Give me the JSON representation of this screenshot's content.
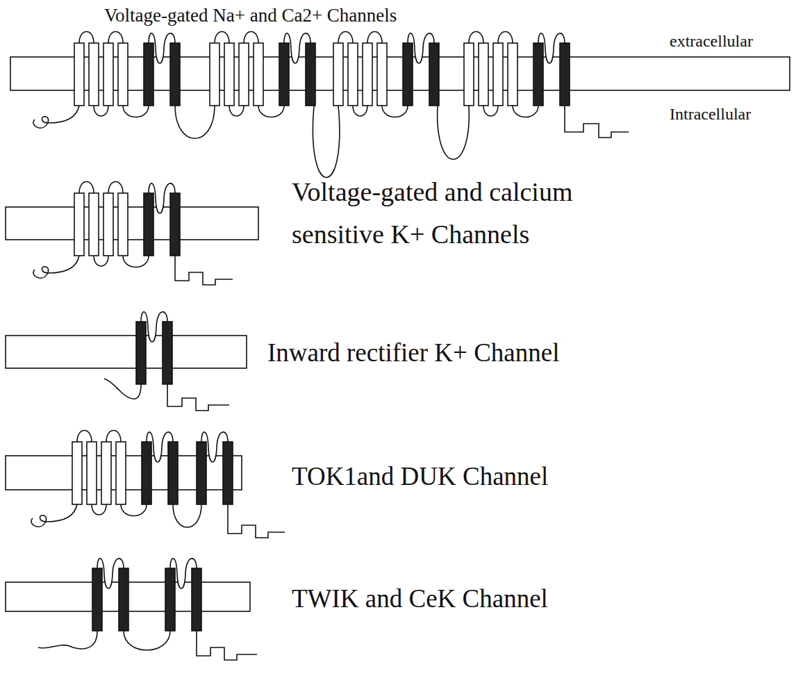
{
  "diagram": {
    "labels": [
      "Voltage-gated Na+ and Ca2+ Channels",
      "extracellular",
      "Intracellular",
      "Voltage-gated and calcium sensitive K+ Channels",
      "Inward rectifier K+ Channel",
      "TOK1and DUK Channel",
      "TWIK and CeK Channel"
    ]
  }
}
